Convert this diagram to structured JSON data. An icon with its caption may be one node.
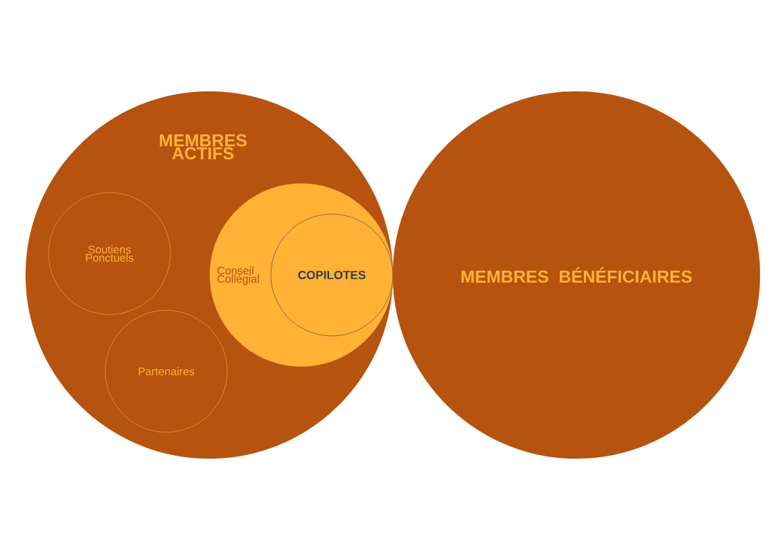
{
  "diagram": {
    "nodes": [
      {
        "text": [
          "MEMBRES ACTIFS"
        ]
      },
      {
        "text": [
          "Soutiens Ponctuels"
        ],
        "in": 0
      },
      {
        "text": [
          "Partenaires"
        ],
        "in": 0
      },
      {
        "text": [
          "Conseil Collégial"
        ],
        "in": 0
      },
      {
        "text": [
          "COPILOTES"
        ],
        "in": 3
      },
      {
        "text": [
          "MEMBRES BÉNÉFICIAIRES"
        ]
      }
    ]
  }
}
